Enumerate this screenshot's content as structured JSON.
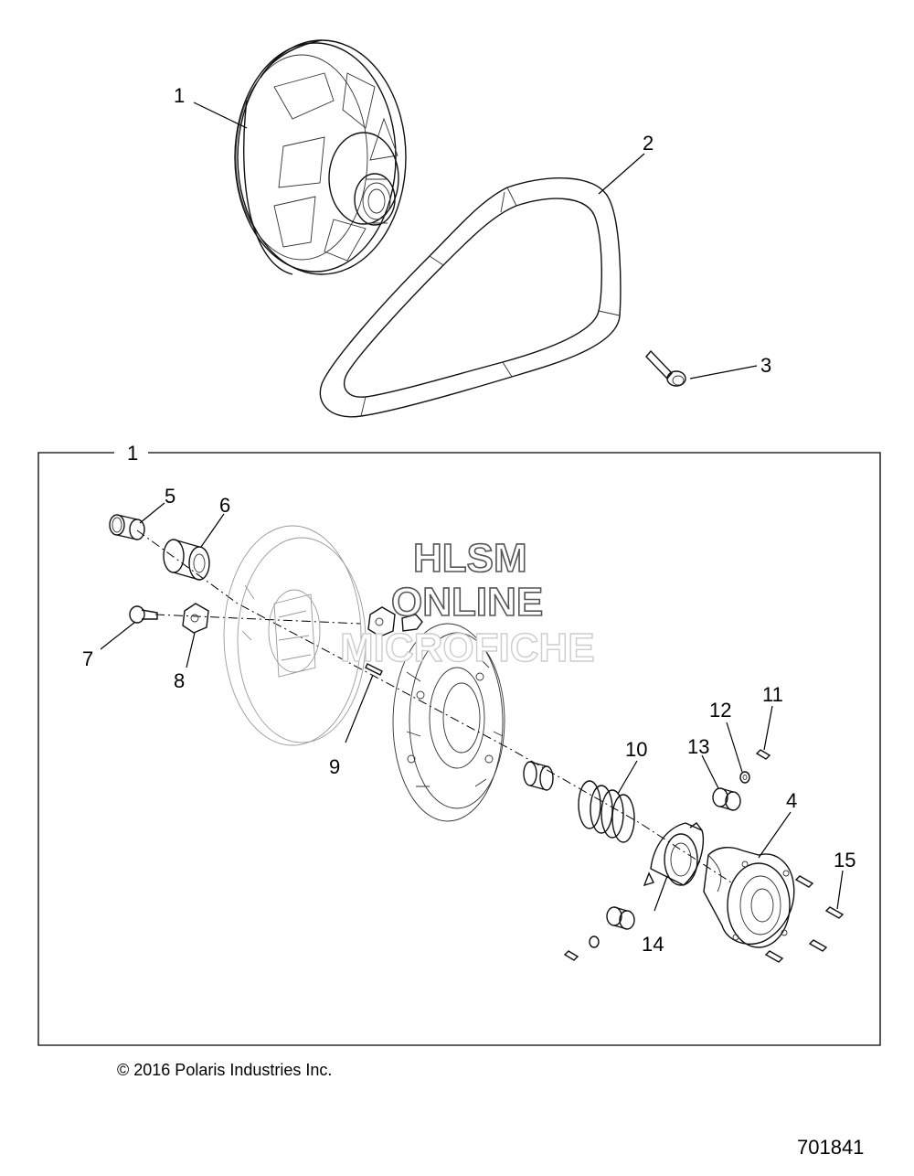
{
  "callouts": {
    "c1_top": "1",
    "c2": "2",
    "c3": "3",
    "c1_box": "1",
    "c4": "4",
    "c5": "5",
    "c6": "6",
    "c7": "7",
    "c8": "8",
    "c9": "9",
    "c10": "10",
    "c11": "11",
    "c12": "12",
    "c13": "13",
    "c14": "14",
    "c15": "15"
  },
  "watermark": {
    "line1": "HLSM",
    "line2": "ONLINE",
    "line3": "MICROFICHE"
  },
  "footer": {
    "copyright": "© 2016 Polaris Industries Inc.",
    "figure_number": "701841"
  }
}
